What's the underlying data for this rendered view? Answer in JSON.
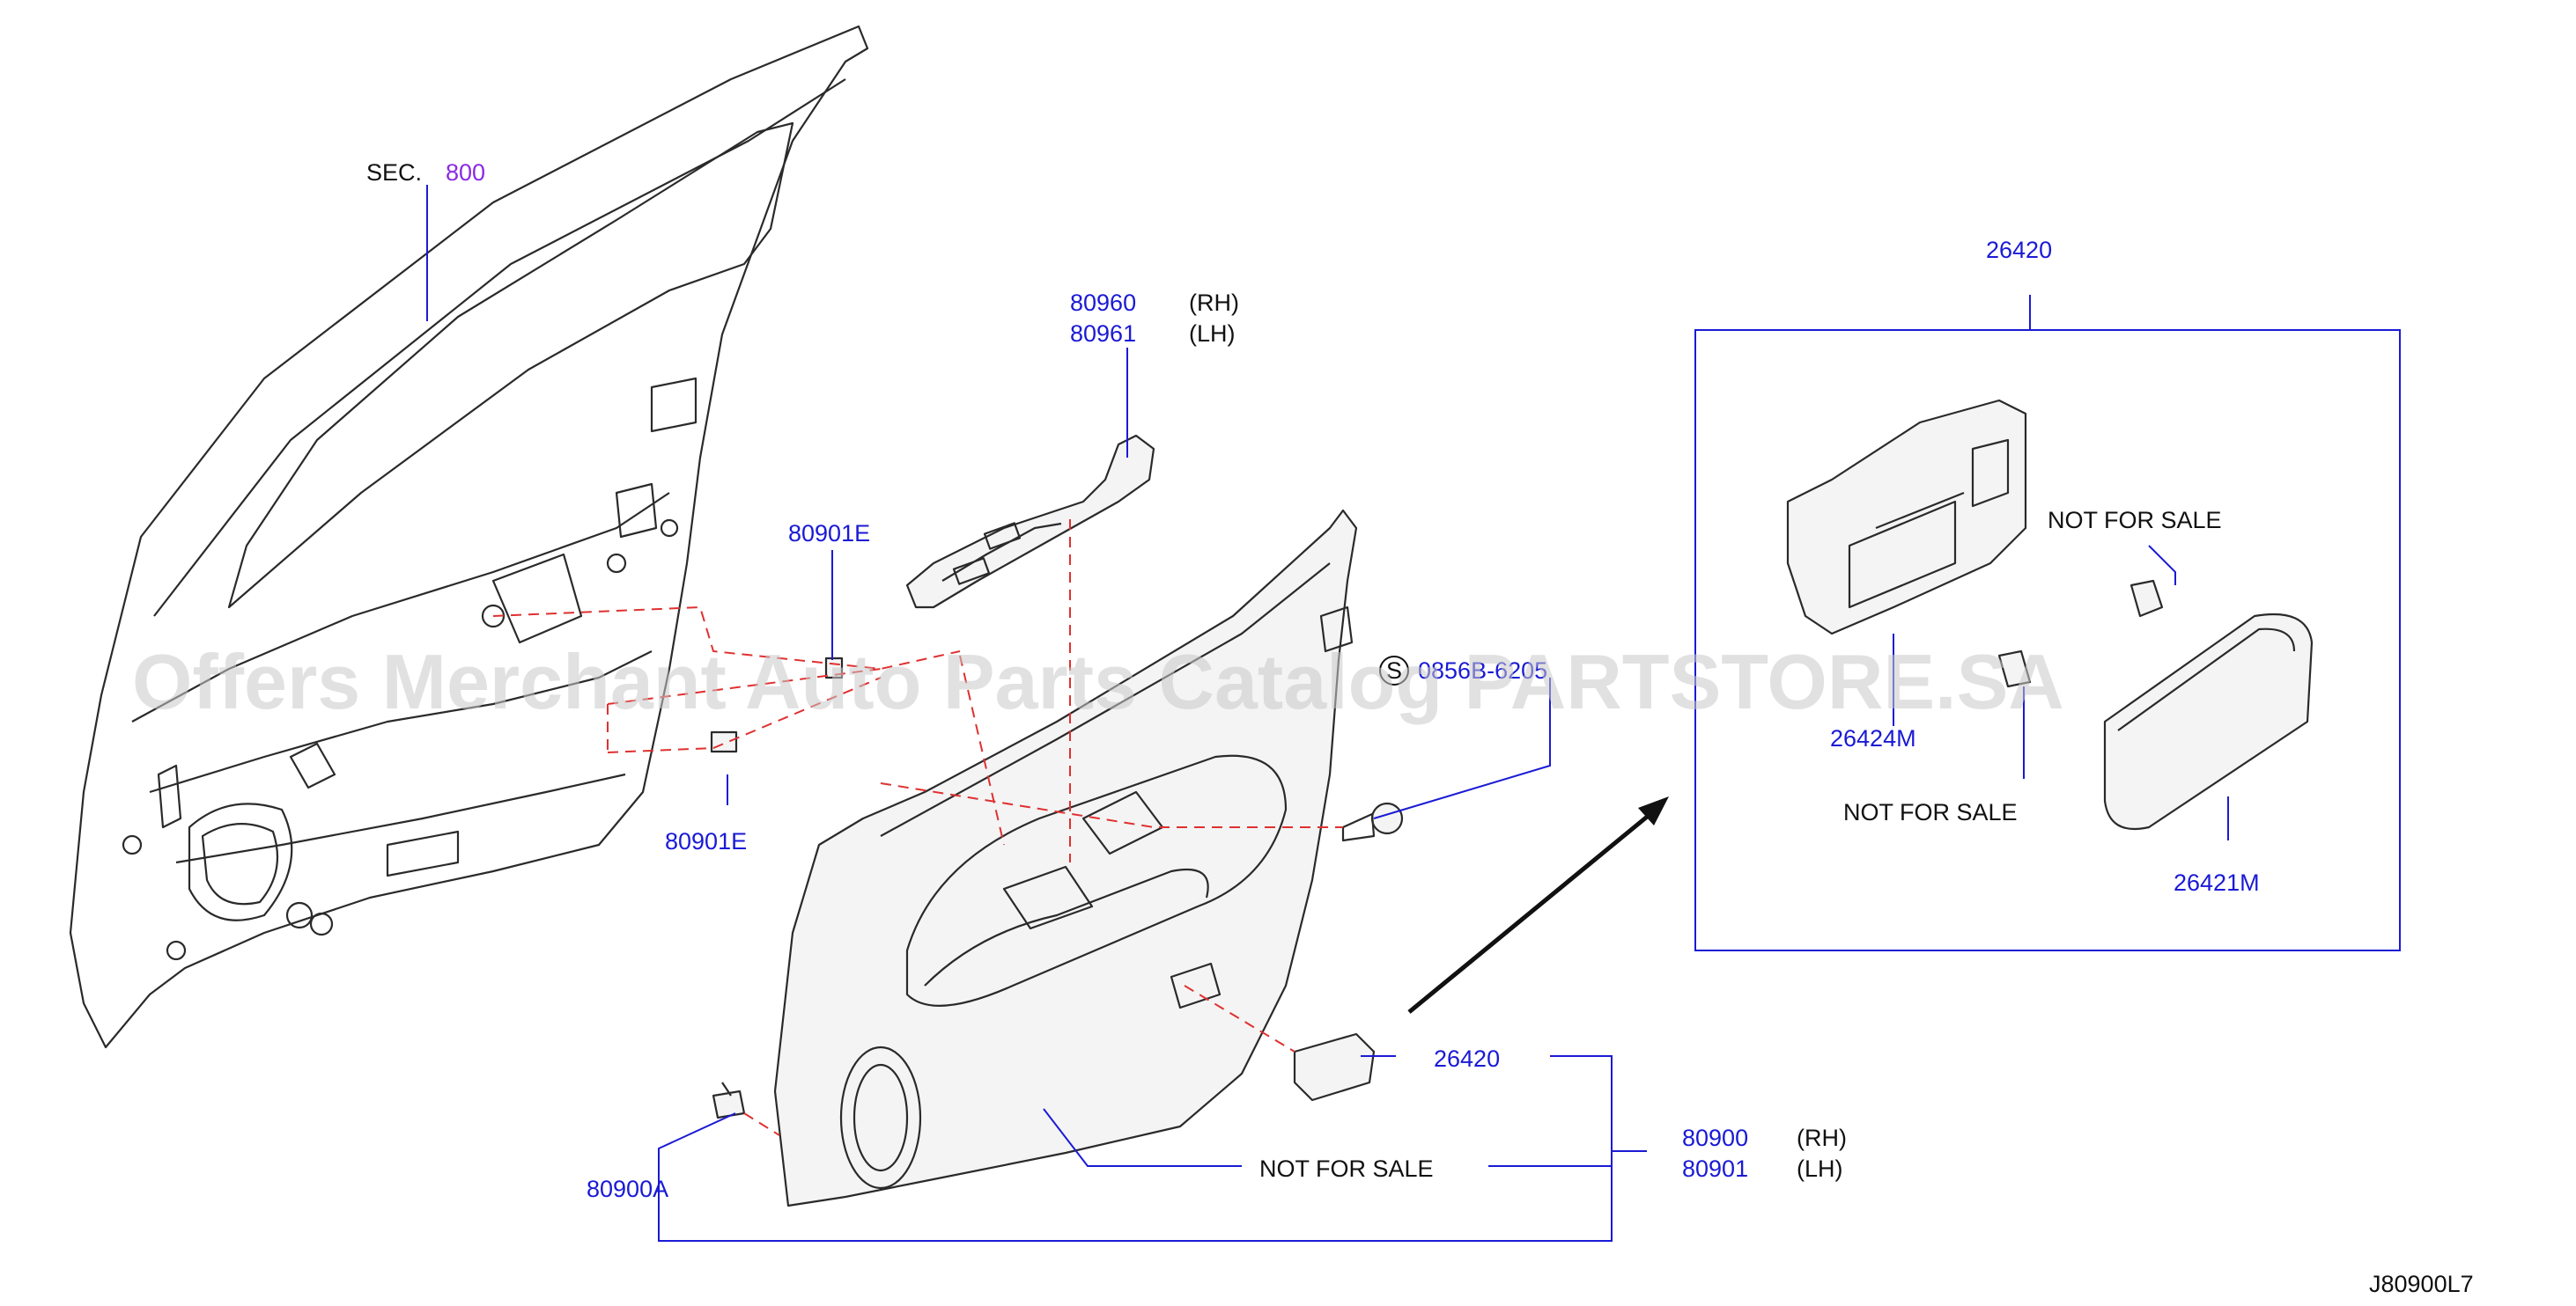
{
  "diagram": {
    "section_ref": {
      "prefix": "SEC.",
      "number": "800"
    },
    "labels": {
      "p80960": "80960",
      "p80961": "80961",
      "rh": "(RH)",
      "lh": "(LH)",
      "p80901e_top": "80901E",
      "p80901e_bottom": "80901E",
      "p26420_top": "26420",
      "p26420_mid": "26420",
      "p26424m": "26424M",
      "p26421m": "26421M",
      "p80900": "80900",
      "p80901": "80901",
      "p80900a": "80900A",
      "bolt_partial": "0856B-6205",
      "bolt_symbol": "S",
      "not_for_sale_1": "NOT  FOR  SALE",
      "not_for_sale_2": "NOT  FOR  SALE",
      "not_for_sale_3": "NOT  FOR  SALE",
      "figure_code": "J80900L7"
    },
    "watermark": "Offers Merchant Auto Parts Catalog PARTSTORE.SA"
  },
  "colors": {
    "label_blue": "#1a1ad6",
    "section_purple": "#8a2be2",
    "dashed_red": "#e03030",
    "drawing": "#2a2a2a"
  }
}
